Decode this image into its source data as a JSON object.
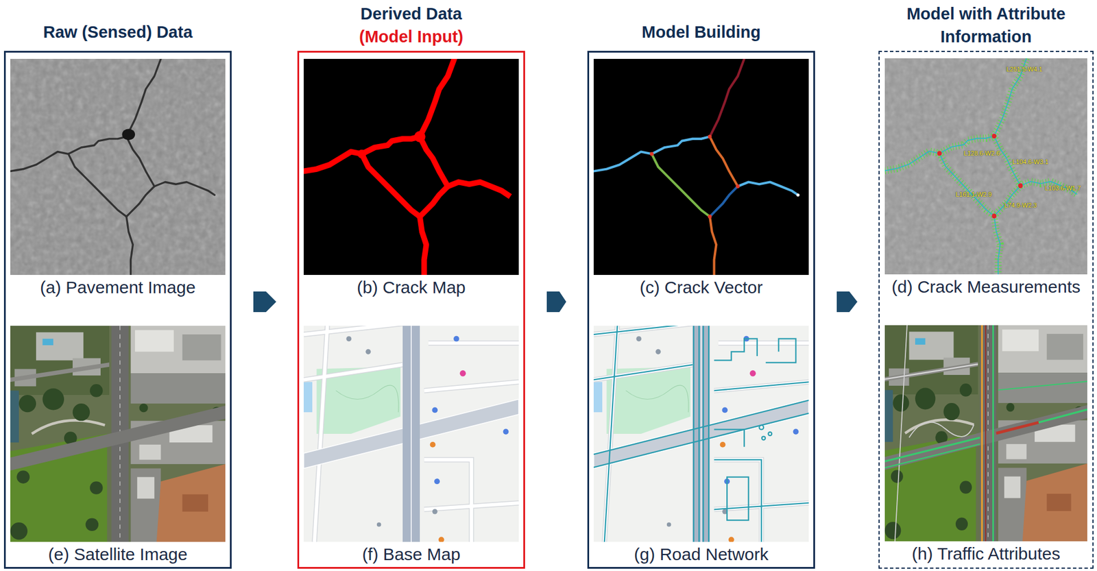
{
  "diagram": {
    "nodes": [
      {
        "text": [
          "Raw (Sensed) Data"
        ]
      },
      {
        "text": [
          "(a) Pavement Image"
        ],
        "in": 0
      },
      {
        "text": [
          "(e) Satellite Image"
        ],
        "in": 0
      },
      {
        "text": [
          "Derived Data",
          "(Model Input)"
        ]
      },
      {
        "text": [
          "(b) Crack Map"
        ],
        "in": 3
      },
      {
        "text": [
          "(f) Base Map"
        ],
        "in": 3
      },
      {
        "text": [
          "Model Building"
        ]
      },
      {
        "text": [
          "(c) Crack Vector"
        ],
        "in": 6
      },
      {
        "text": [
          "(g) Road Network"
        ],
        "in": 6
      },
      {
        "text": [
          "Model with Attribute Information"
        ]
      },
      {
        "text": [
          "(d) Crack Measurements"
        ],
        "in": 9
      },
      {
        "text": [
          "(h) Traffic Attributes"
        ],
        "in": 9
      }
    ],
    "edges": [
      {
        "from": 0,
        "to": 3,
        "arrow": "to"
      },
      {
        "from": 3,
        "to": 6,
        "arrow": "to"
      },
      {
        "from": 6,
        "to": 9,
        "arrow": "to"
      }
    ],
    "labels": [
      "L251.5-W4.1",
      "L128.6-W2.6",
      "L104.6-W3.1",
      "L103.6-W1.7",
      "L161.1-W2.9",
      "L74.9-W2.3"
    ]
  }
}
